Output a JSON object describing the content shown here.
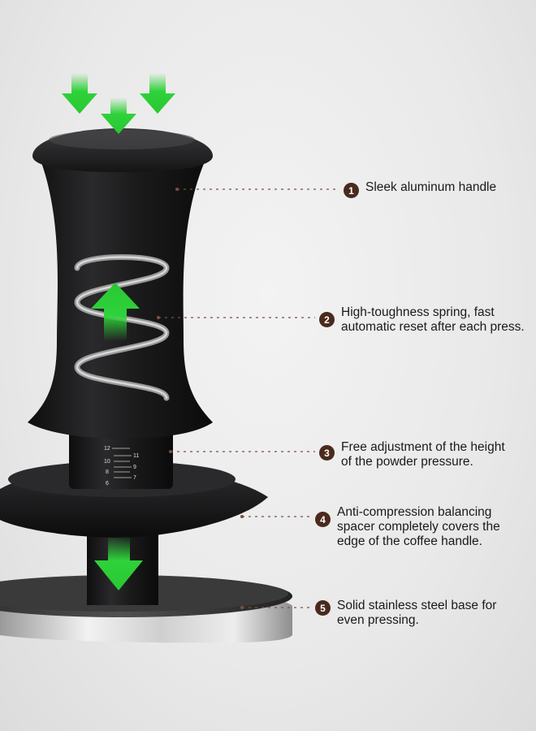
{
  "colors": {
    "badge": "#4a2a1c",
    "arrow": "#2fd23a",
    "tamper_body": "#1c1c1e",
    "leader_line": "#7a5040",
    "background": "#ececec"
  },
  "callouts": [
    {
      "number": "1",
      "lines": [
        "Sleek aluminum handle"
      ]
    },
    {
      "number": "2",
      "lines": [
        "High-toughness spring, fast",
        "automatic reset after each press."
      ]
    },
    {
      "number": "3",
      "lines": [
        "Free adjustment of the height",
        "of the powder pressure."
      ]
    },
    {
      "number": "4",
      "lines": [
        "Anti-compression balancing",
        "spacer completely covers the",
        "edge of the coffee handle."
      ]
    },
    {
      "number": "5",
      "lines": [
        "Solid stainless steel base for",
        "even pressing."
      ]
    }
  ],
  "scale_marks": [
    "12",
    "11",
    "10",
    "9",
    "8",
    "7",
    "6"
  ],
  "arrow_icons": [
    "arrow-down-icon",
    "arrow-up-icon"
  ]
}
